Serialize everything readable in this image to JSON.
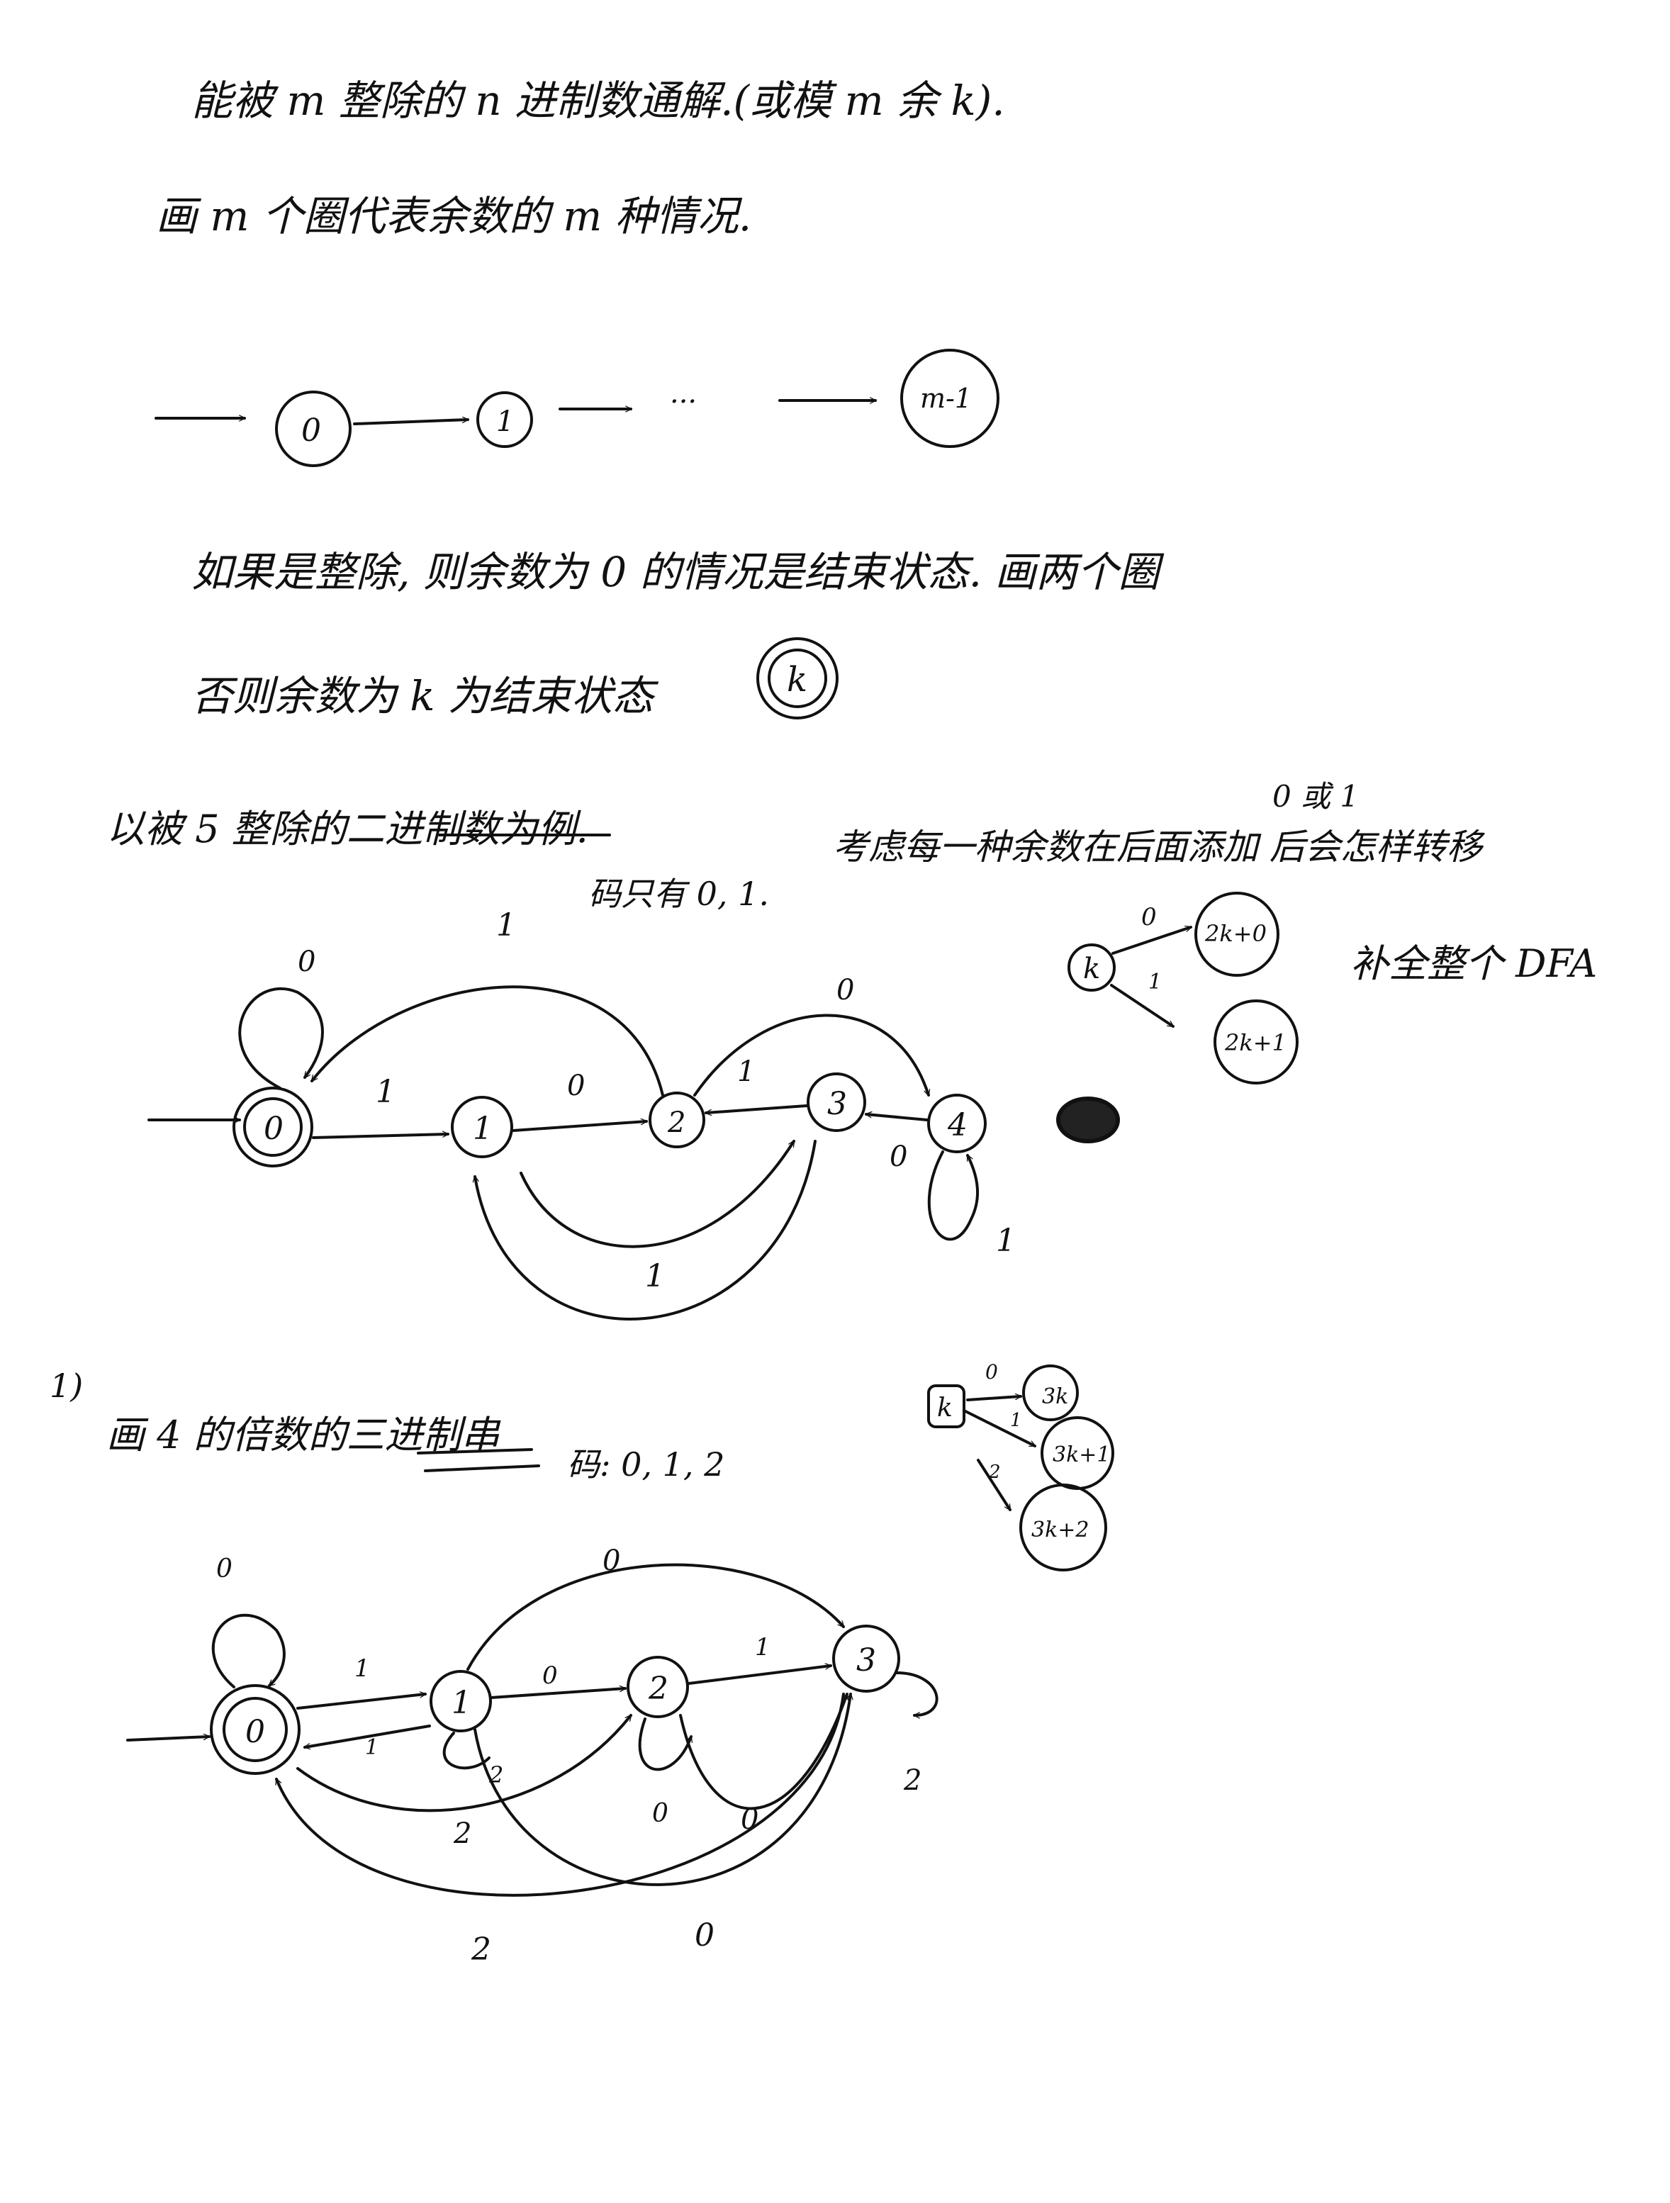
{
  "notes": {
    "line1": "能被 m 整除的 n 进制数通解.(或模 m 余 k).",
    "line2": "画 m 个圈代表余数的 m 种情况.",
    "line3": "如果是整除, 则余数为 0 的情况是结束状态. 画两个圈",
    "line4": "否则余数为 k 为结束状态",
    "line5": "以被 5 整除的二进制数为例.",
    "line6": "码只有 0, 1.",
    "line7": "考虑每一种余数在后面添加 后会怎样转移",
    "line8": "0 或 1",
    "line9": "补全整个 DFA",
    "line10": "1)",
    "line11": "画 4 的倍数的三进制串",
    "line12": "码: 0, 1, 2"
  },
  "diagram1": {
    "states": [
      "0",
      "1",
      "m-1"
    ],
    "ellipsis": "···"
  },
  "accept_state_example": "k",
  "mini1": {
    "from": "k",
    "labels": [
      "0",
      "1"
    ],
    "targets": [
      "2k+0",
      "2k+1"
    ]
  },
  "dfa1": {
    "states": [
      "0",
      "1",
      "2",
      "3",
      "4"
    ],
    "labels": [
      "0",
      "1",
      "1",
      "0",
      "1",
      "0",
      "0",
      "1",
      "1"
    ]
  },
  "mini2": {
    "from": "k",
    "labels": [
      "0",
      "1",
      "2"
    ],
    "targets": [
      "3k",
      "3k+1",
      "3k+2"
    ]
  },
  "dfa2": {
    "states": [
      "0",
      "1",
      "2",
      "3"
    ],
    "labels": [
      "0",
      "1",
      "1",
      "0",
      "0",
      "1",
      "2",
      "2",
      "0",
      "0",
      "2",
      "2",
      "0"
    ]
  }
}
